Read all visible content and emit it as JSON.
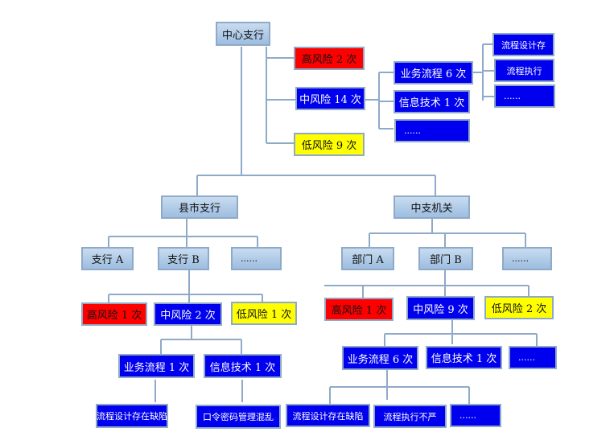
{
  "root": {
    "label": "中心支行"
  },
  "center": {
    "high": "高风险 2 次",
    "mid": "中风险 14 次",
    "low": "低风险 9 次",
    "mid_children": [
      "业务流程 6 次",
      "信息技术 1 次",
      "......"
    ],
    "process_children": [
      "流程设计存",
      "流程执行",
      "......"
    ]
  },
  "county": {
    "label": "县市支行",
    "branches": [
      "支行 A",
      "支行 B",
      "......"
    ],
    "high": "高风险 1 次",
    "mid": "中风险 2 次",
    "low": "低风险 1 次",
    "mid_children": [
      "业务流程 1 次",
      "信息技术 1 次"
    ],
    "leaves": [
      "流程设计存在缺陷",
      "口令密码管理混乱"
    ]
  },
  "sub": {
    "label": "中支机关",
    "departments": [
      "部门 A",
      "部门 B",
      "......"
    ],
    "high": "高风险 1 次",
    "mid": "中风险 9 次",
    "low": "低风险 2 次",
    "mid_children": [
      "业务流程 6 次",
      "信息技术 1 次",
      "......"
    ],
    "leaves": [
      "流程设计存在缺陷",
      "流程执行不严",
      "......"
    ]
  }
}
